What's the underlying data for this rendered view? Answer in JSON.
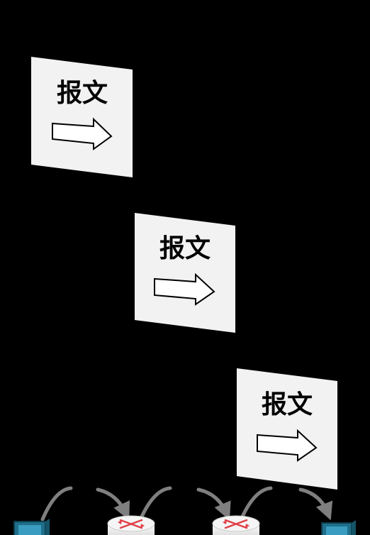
{
  "cards": [
    {
      "label": "报文"
    },
    {
      "label": "报文"
    },
    {
      "label": "报文"
    }
  ],
  "devices": [
    {
      "type": "host",
      "icon": "computer-icon"
    },
    {
      "type": "router",
      "icon": "router-icon"
    },
    {
      "type": "router",
      "icon": "router-icon"
    },
    {
      "type": "host",
      "icon": "computer-icon"
    }
  ],
  "colors": {
    "background": "#000000",
    "card_fill": "#f2f2f2",
    "arrow_fill": "#ffffff",
    "arrow_stroke": "#000000",
    "hop_arrow": "#7f7f7f",
    "host": "#1f6f8b",
    "router_fill": "#f0f0f0",
    "router_mark": "#e0404a"
  }
}
